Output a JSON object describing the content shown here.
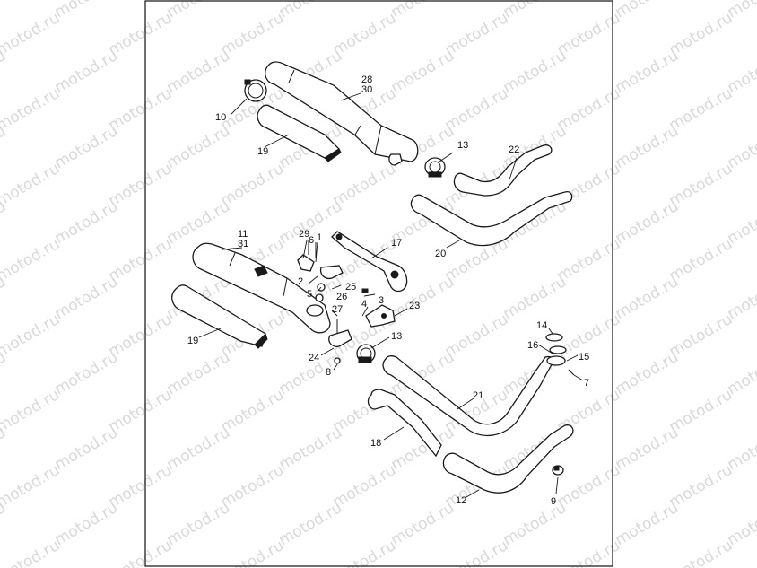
{
  "watermark": {
    "text": "motod.ru"
  },
  "callouts": {
    "c1": "1",
    "c2": "2",
    "c3": "3",
    "c4": "4",
    "c5": "5",
    "c6": "6",
    "c7": "7",
    "c8": "8",
    "c9": "9",
    "c10": "10",
    "c11": "11",
    "c12": "12",
    "c13_upper": "13",
    "c13_lower": "13",
    "c14": "14",
    "c15": "15",
    "c16": "16",
    "c17": "17",
    "c18": "18",
    "c19_upper": "19",
    "c19_lower": "19",
    "c20": "20",
    "c21": "21",
    "c22": "22",
    "c23": "23",
    "c24": "24",
    "c25": "25",
    "c26": "26",
    "c27": "27",
    "c28": "28",
    "c29": "29",
    "c30": "30",
    "c31": "31"
  }
}
